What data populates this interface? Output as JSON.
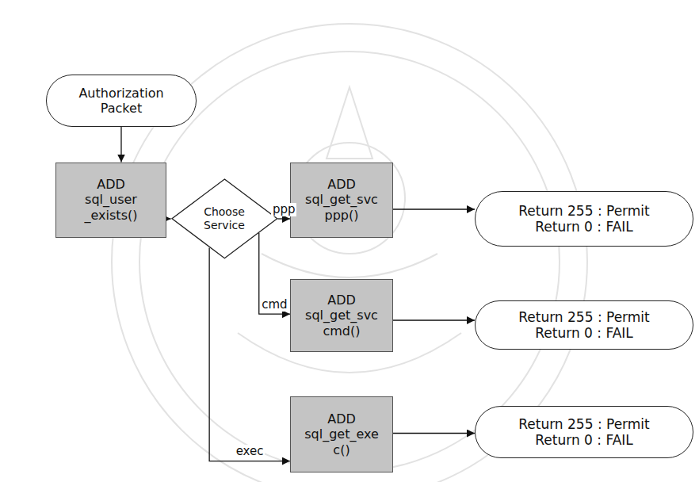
{
  "diagram": {
    "nodes": [
      {
        "text": [
          "Authorization Packet"
        ]
      },
      {
        "text": [
          "ADD sql_user _exists()"
        ]
      },
      {
        "text": [
          "Choose Service"
        ]
      },
      {
        "text": [
          "ADD sql_get_svc ppp()"
        ]
      },
      {
        "text": [
          "Return 255 : Permit Return 0 : FAIL"
        ]
      },
      {
        "text": [
          "ADD sql_get_svc cmd()"
        ]
      },
      {
        "text": [
          "Return 255 : Permit Return 0 : FAIL"
        ]
      },
      {
        "text": [
          "ADD sql_get_exe c()"
        ]
      },
      {
        "text": [
          "Return 255 : Permit Return 0 : FAIL"
        ]
      }
    ],
    "edges": [
      {
        "from": 0,
        "to": 1,
        "arrow": "to"
      },
      {
        "from": 1,
        "to": 2,
        "arrow": "to"
      },
      {
        "from": 2,
        "to": 3,
        "label": "ppp",
        "arrow": "to"
      },
      {
        "from": 3,
        "to": 4,
        "arrow": "to"
      },
      {
        "from": 2,
        "to": 5,
        "label": "cmd",
        "arrow": "to"
      },
      {
        "from": 5,
        "to": 6,
        "arrow": "to"
      },
      {
        "from": 2,
        "to": 7,
        "label": "exec",
        "arrow": "to"
      },
      {
        "from": 7,
        "to": 8,
        "arrow": "to"
      }
    ]
  }
}
